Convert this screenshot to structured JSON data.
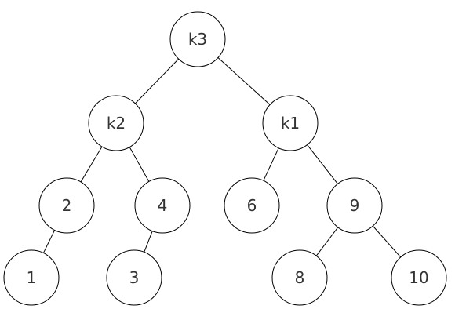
{
  "tree": {
    "nodes": [
      {
        "id": "k3",
        "label": "k3"
      },
      {
        "id": "k2",
        "label": "k2"
      },
      {
        "id": "k1",
        "label": "k1"
      },
      {
        "id": "n2",
        "label": "2"
      },
      {
        "id": "n4",
        "label": "4"
      },
      {
        "id": "n6",
        "label": "6"
      },
      {
        "id": "n9",
        "label": "9"
      },
      {
        "id": "n1",
        "label": "1"
      },
      {
        "id": "n3",
        "label": "3"
      },
      {
        "id": "n8",
        "label": "8"
      },
      {
        "id": "n10",
        "label": "10"
      }
    ],
    "edges": [
      [
        "k3",
        "k2"
      ],
      [
        "k3",
        "k1"
      ],
      [
        "k2",
        "n2"
      ],
      [
        "k2",
        "n4"
      ],
      [
        "k1",
        "n6"
      ],
      [
        "k1",
        "n9"
      ],
      [
        "n2",
        "n1"
      ],
      [
        "n4",
        "n3"
      ],
      [
        "n9",
        "n8"
      ],
      [
        "n9",
        "n10"
      ]
    ]
  }
}
